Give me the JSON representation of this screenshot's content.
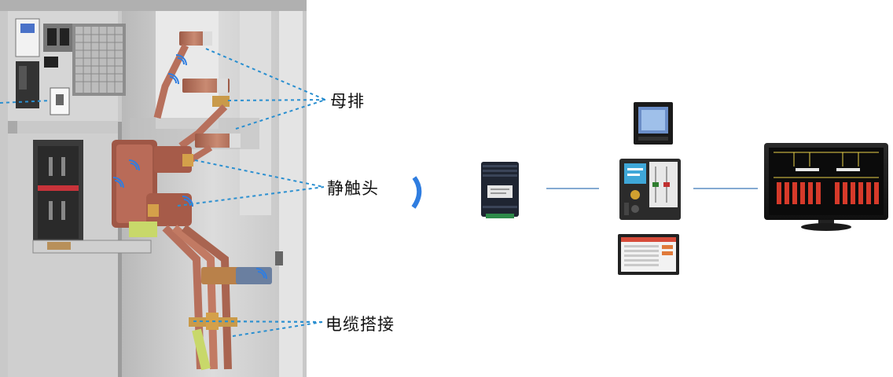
{
  "labels": {
    "busbar": "母排",
    "static_contact": "静触头",
    "cable_joint": "电缆搭接"
  },
  "colors": {
    "copper": "#b7705c",
    "copper_dark": "#8f4d3c",
    "leader_line": "#2a8fd0",
    "link_line": "#3b78b8",
    "cabinet": "#d4d4d4",
    "cabinet_dark": "#9a9a9a",
    "signal": "#2f7de0"
  },
  "devices": [
    {
      "name": "temperature-receiver",
      "icon": "din-rail-module-icon"
    },
    {
      "name": "multifunction-meter",
      "icon": "panel-meter-icon"
    },
    {
      "name": "switchgear-controller",
      "icon": "controller-icon"
    },
    {
      "name": "touch-display",
      "icon": "touch-screen-icon"
    },
    {
      "name": "monitor",
      "icon": "monitor-icon"
    }
  ]
}
